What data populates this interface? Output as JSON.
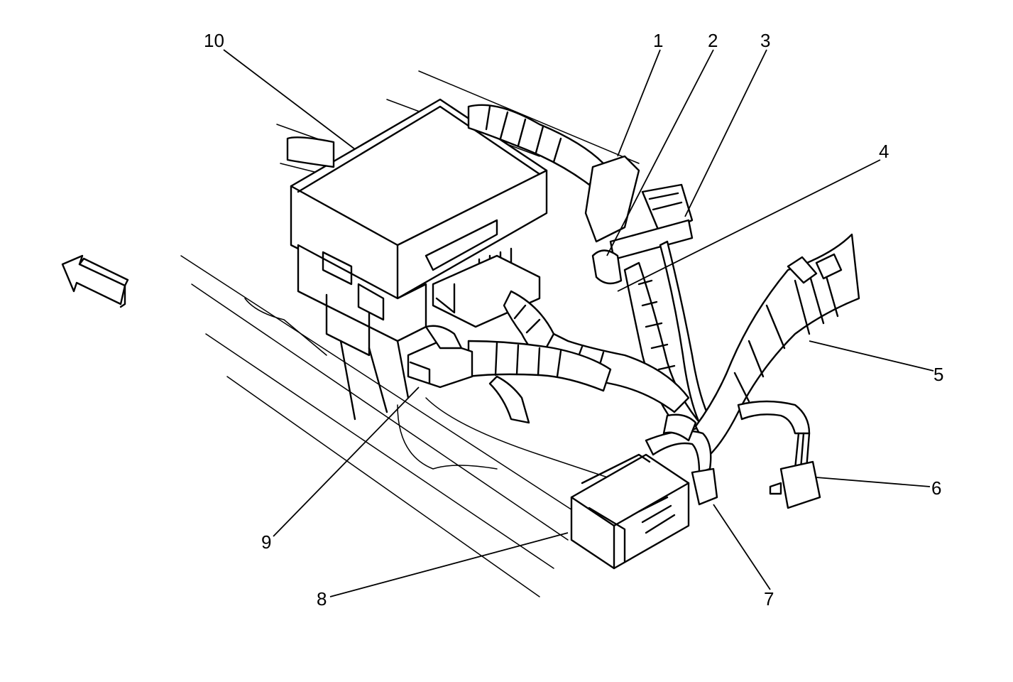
{
  "callouts": [
    {
      "id": "1",
      "label": "1"
    },
    {
      "id": "2",
      "label": "2"
    },
    {
      "id": "3",
      "label": "3"
    },
    {
      "id": "4",
      "label": "4"
    },
    {
      "id": "5",
      "label": "5"
    },
    {
      "id": "6",
      "label": "6"
    },
    {
      "id": "7",
      "label": "7"
    },
    {
      "id": "8",
      "label": "8"
    },
    {
      "id": "9",
      "label": "9"
    },
    {
      "id": "10",
      "label": "10"
    }
  ],
  "icons": {
    "direction_arrow": "front-direction-arrow-icon"
  }
}
